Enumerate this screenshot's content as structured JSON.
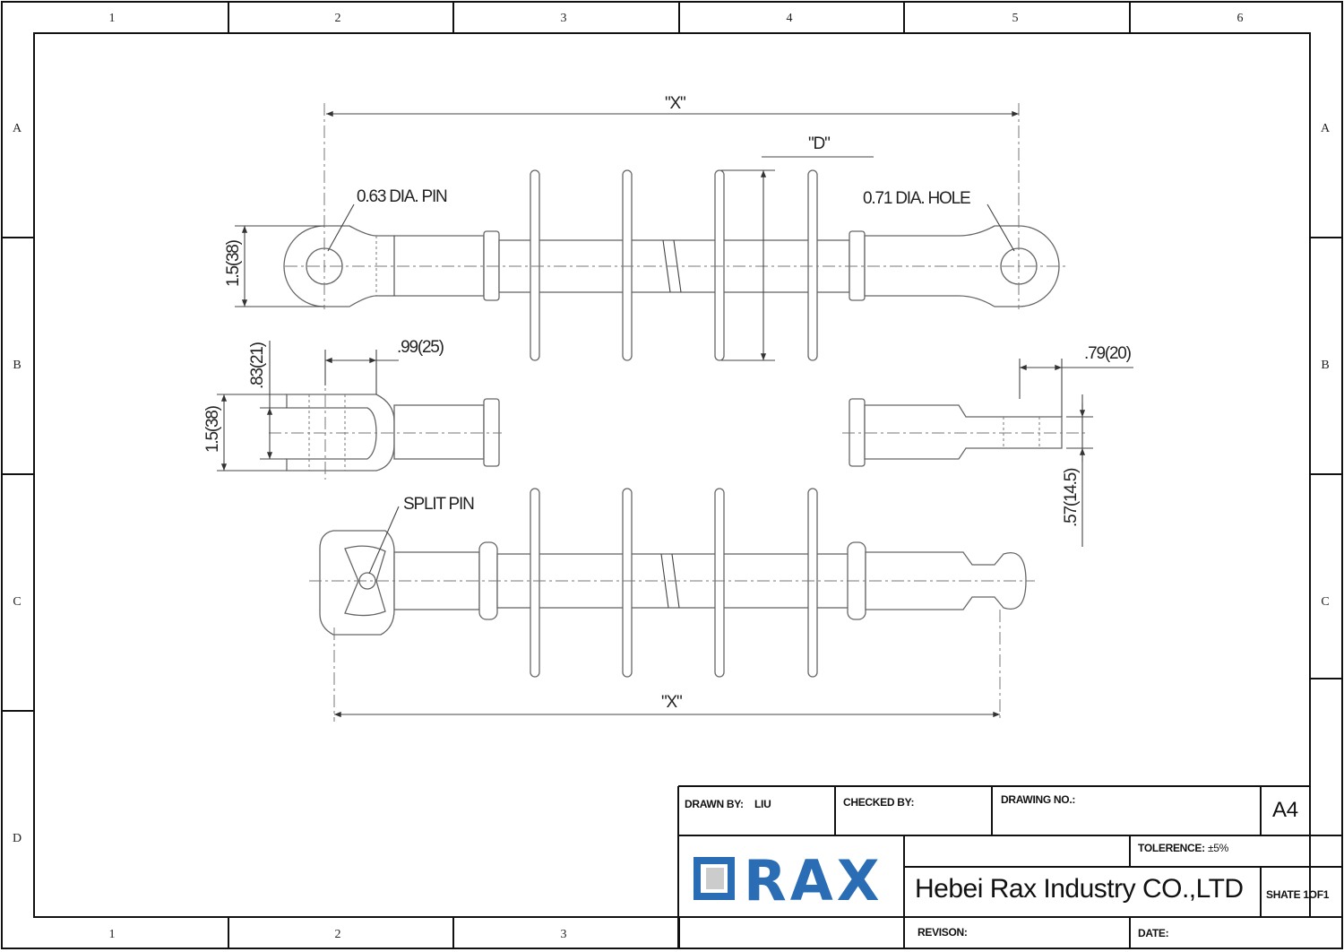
{
  "frame": {
    "columns": [
      "1",
      "2",
      "3",
      "4",
      "5",
      "6"
    ],
    "rows": [
      "A",
      "B",
      "C",
      "D"
    ],
    "bottom_columns": [
      "1",
      "2",
      "3"
    ]
  },
  "drawing": {
    "dim_x_top": "\"X\"",
    "dim_d": "\"D\"",
    "pin_label": "0.63 DIA. PIN",
    "hole_label": "0.71 DIA. HOLE",
    "eye_height": "1.5(38)",
    "clevis_height": "1.5(38)",
    "clevis_gap": ".83(21)",
    "clevis_depth": ".99(25)",
    "tongue_length": ".79(20)",
    "tongue_thickness": ".57(14.5)",
    "split_pin_label": "SPLIT PIN",
    "dim_x_bottom": "\"X\""
  },
  "title_block": {
    "drawn_by_label": "DRAWN BY:",
    "drawn_by_value": "LIU",
    "checked_by_label": "CHECKED BY:",
    "drawing_no_label": "DRAWING NO.:",
    "size": "A4",
    "logo_text": "RAX",
    "tolerance_label": "TOLERENCE:",
    "tolerance_value": "±5%",
    "company": "Hebei Rax Industry CO.,LTD",
    "sheet": "SHATE 1OF1",
    "revision_label": "REVISON:",
    "date_label": "DATE:",
    "logo_color": "#2a6db5"
  }
}
